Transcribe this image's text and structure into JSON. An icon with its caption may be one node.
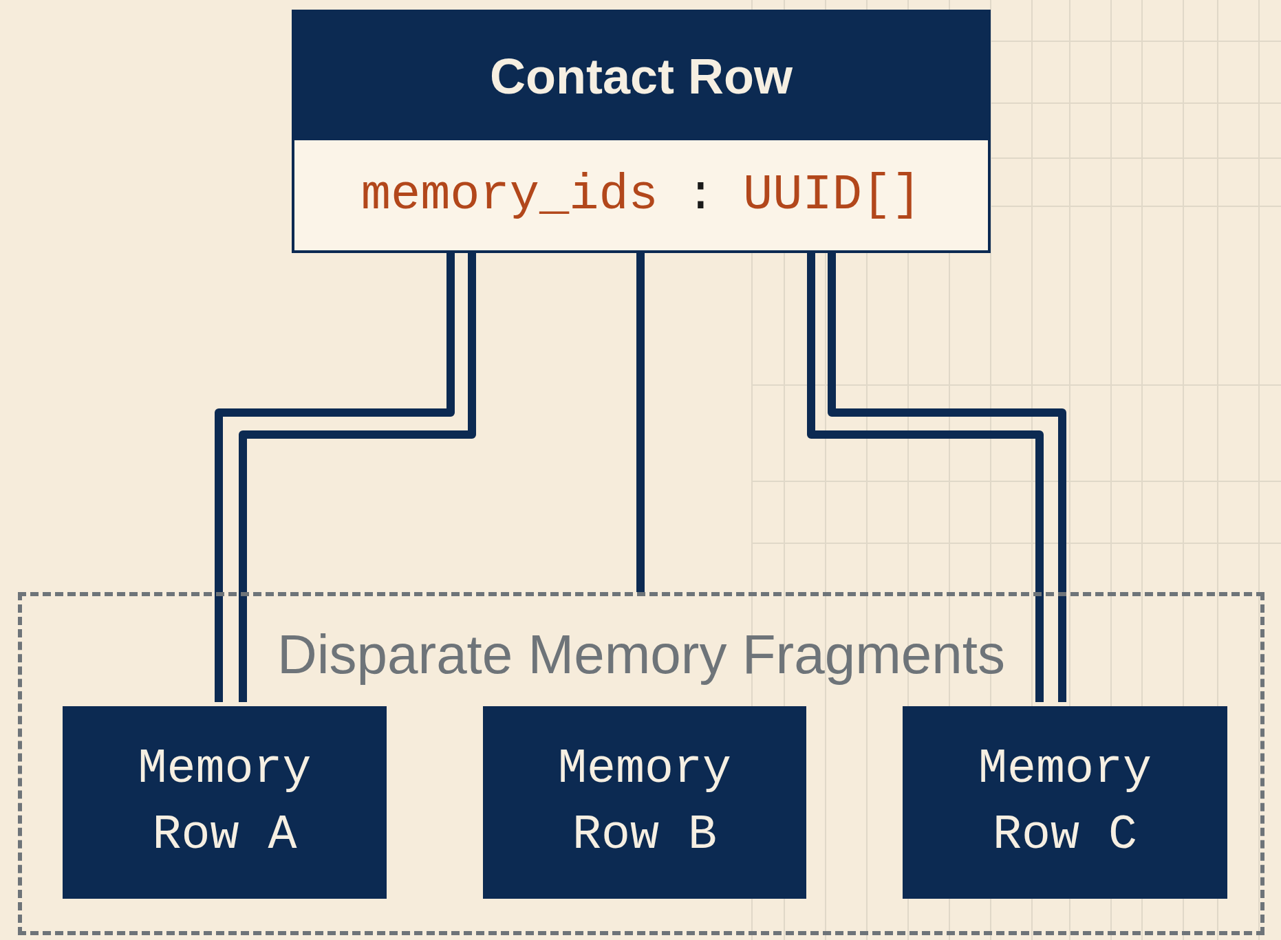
{
  "diagram": {
    "nodes": [
      {
        "text": [
          "Contact Row",
          "memory_ids",
          ":",
          "UUID[]"
        ]
      },
      {
        "text": [
          "Disparate Memory Fragments"
        ]
      },
      {
        "text": [
          "Memory Row A"
        ],
        "in": 1
      },
      {
        "text": [
          "Memory Row B"
        ],
        "in": 1
      },
      {
        "text": [
          "Memory Row C"
        ],
        "in": 1
      }
    ],
    "edges": [
      {
        "from": 0,
        "to": 2,
        "arrow": "none"
      },
      {
        "from": 0,
        "to": 2,
        "arrow": "none"
      },
      {
        "from": 0,
        "to": 1,
        "arrow": "none"
      },
      {
        "from": 0,
        "to": 4,
        "arrow": "none"
      },
      {
        "from": 0,
        "to": 4,
        "arrow": "none"
      }
    ]
  }
}
